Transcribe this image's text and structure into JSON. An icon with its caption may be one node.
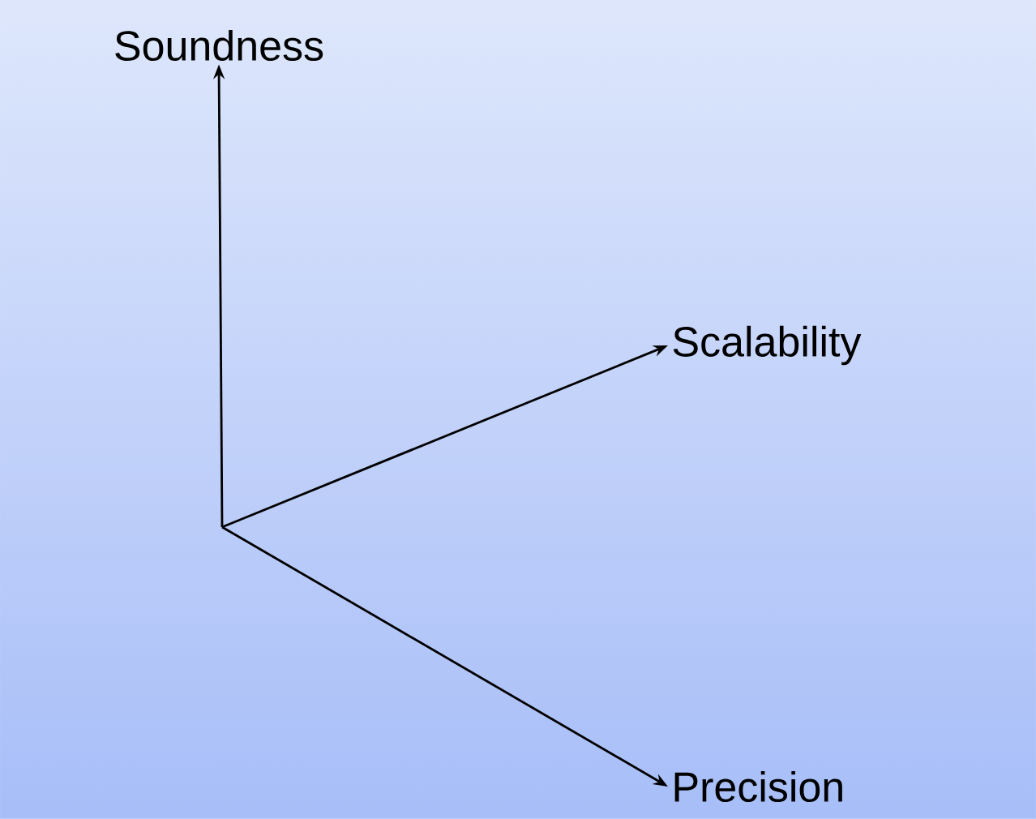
{
  "diagram": {
    "nodes": [
      {
        "text": [
          "Soundness"
        ]
      },
      {
        "text": [
          "Scalability"
        ]
      },
      {
        "text": [
          "Precision"
        ]
      }
    ],
    "edges": [
      {
        "from": null,
        "to": 0,
        "arrow": "to"
      },
      {
        "from": null,
        "to": 1,
        "arrow": "to"
      },
      {
        "from": null,
        "to": 2,
        "arrow": "to"
      }
    ]
  }
}
